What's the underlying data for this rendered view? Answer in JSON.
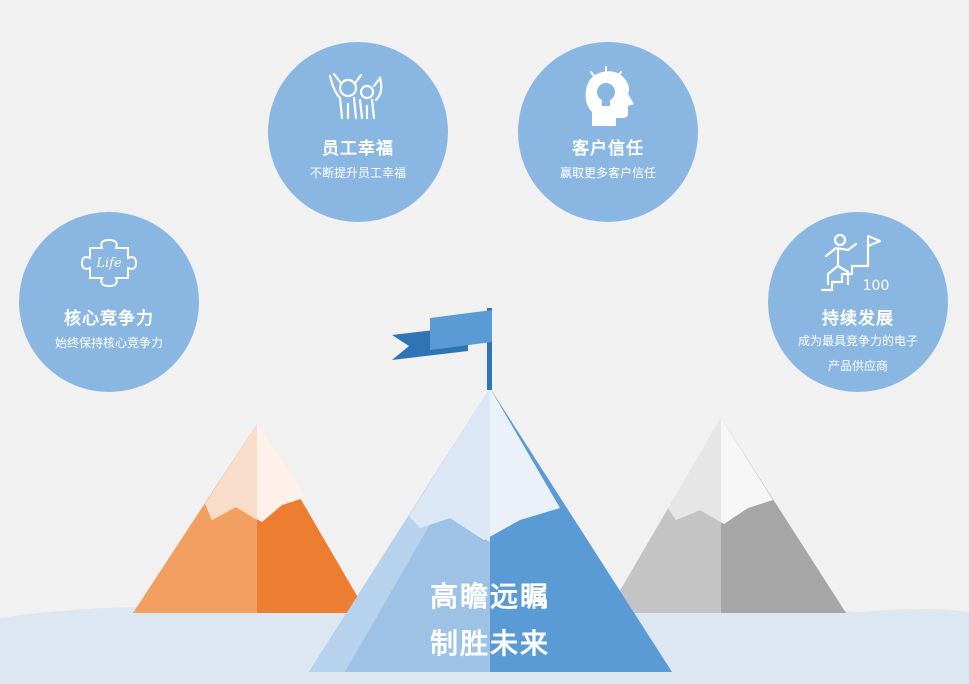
{
  "circles": {
    "core": {
      "title": "核心竞争力",
      "subtitle": "始终保持核心竞争力",
      "icon": "life-puzzle-icon",
      "icon_text": "Life"
    },
    "staff": {
      "title": "员工幸福",
      "subtitle": "不断提升员工幸福",
      "icon": "people-cheering-icon"
    },
    "trust": {
      "title": "客户信任",
      "subtitle": "赢取更多客户信任",
      "icon": "head-lightbulb-icon"
    },
    "growth": {
      "title": "持续发展",
      "subtitle_line1": "成为最具竞争力的电子",
      "subtitle_line2": "产品供应商",
      "icon": "climber-flag-icon",
      "icon_text": "100"
    }
  },
  "slogan": {
    "line1": "高瞻远瞩",
    "line2": "制胜未来"
  },
  "colors": {
    "background": "#f1f1f1",
    "circle": "#8ab7e2",
    "mountain_center": "#5b9bd5",
    "mountain_left": "#ed7d31",
    "mountain_right": "#a6a6a6",
    "flag": "#2e75b6",
    "ground": "#dde7f1"
  }
}
